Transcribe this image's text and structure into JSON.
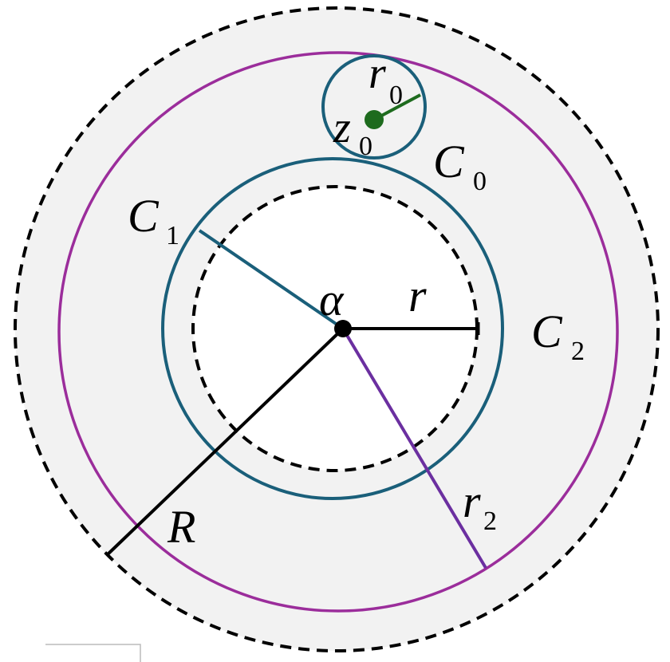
{
  "labels": {
    "center": "α",
    "z0_main": "z",
    "z0_sub": "0",
    "r0_main": "r",
    "r0_sub": "0",
    "C0_main": "C",
    "C0_sub": "0",
    "C1_main": "C",
    "C1_sub": "1",
    "C2_main": "C",
    "C2_sub": "2",
    "r": "r",
    "R": "R",
    "r2_main": "r",
    "r2_sub": "2"
  },
  "colors": {
    "outer_region_fill": "#f2f2f2",
    "dashed_circles": "#000000",
    "C0": "#1a5f7a",
    "C1": "#1a5f7a",
    "C2": "#9b2d9b",
    "radius_R": "#000000",
    "radius_r": "#000000",
    "radius_r1": "#1a5f7a",
    "radius_r2": "#6b2fa0",
    "radius_r0": "#1e6b1e",
    "z0_point": "#1e6b1e",
    "alpha_point": "#000000"
  }
}
